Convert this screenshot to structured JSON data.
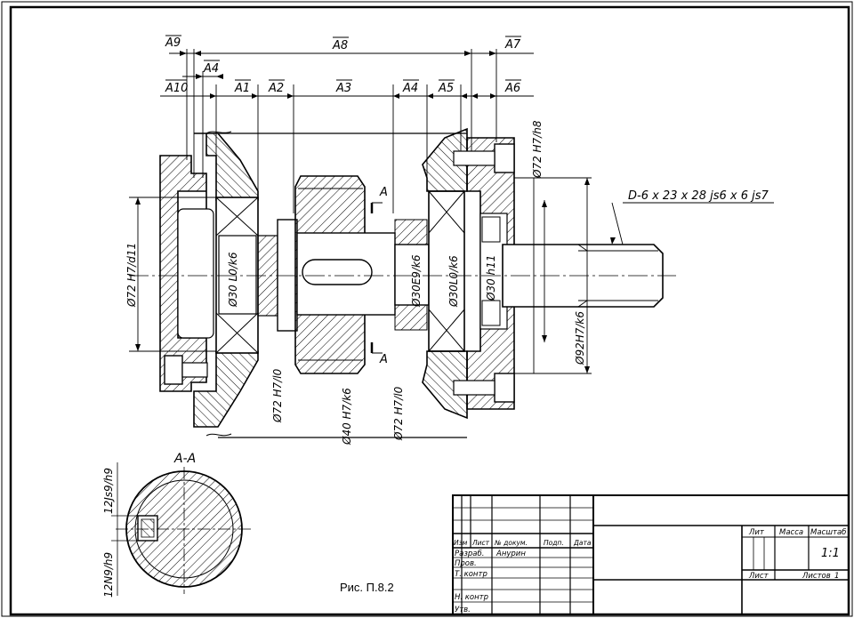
{
  "chain_top": {
    "a9": "A9",
    "a8": "A8",
    "a7": "A7",
    "a4_upper": "A4"
  },
  "chain_bottom": {
    "a10": "A10",
    "a1": "A1",
    "a2": "A2",
    "a3": "A3",
    "a4": "A4",
    "a5": "A5",
    "a6": "A6"
  },
  "fits": {
    "f72_h7_d11": "Ø72 H7/d11",
    "f30_l0k6_left": "Ø30 L0/k6",
    "f72_h7_l0_left": "Ø72 H7/l0",
    "f40_h7k6": "Ø40 H7/k6",
    "f72_h7_l0_right": "Ø72 H7/l0",
    "f30_e9k6": "Ø30E9/k6",
    "f30_l0k6_right": "Ø30L0/k6",
    "f30_h11": "Ø30 h11",
    "f72_h7h8": "Ø72 H7/h8",
    "f92_h7k6": "Ø92H7/k6",
    "spline": "D-6 x 23 x 28 js6 x 6 js7"
  },
  "section": {
    "title": "A-A",
    "mark_letter": "A",
    "fit_top": "12Js9/h9",
    "fit_bottom": "12N9/h9"
  },
  "caption": "Рис. П.8.2",
  "title_block": {
    "col_izm": "Изм",
    "col_list": "Лист",
    "col_doc": "№ докум.",
    "col_sign": "Подп.",
    "col_date": "Дата",
    "row_razrab": "Разраб.",
    "razrab_name": "Анурин",
    "row_prov": "Пров.",
    "row_tkontr": "Т. контр",
    "row_nkontr": "Н. контр",
    "row_utv": "Утв.",
    "lit": "Лит",
    "massa": "Масса",
    "masshtab": "Масштаб",
    "scale": "1:1",
    "sheet": "Лист",
    "sheets": "Листов",
    "sheets_count": "1"
  }
}
